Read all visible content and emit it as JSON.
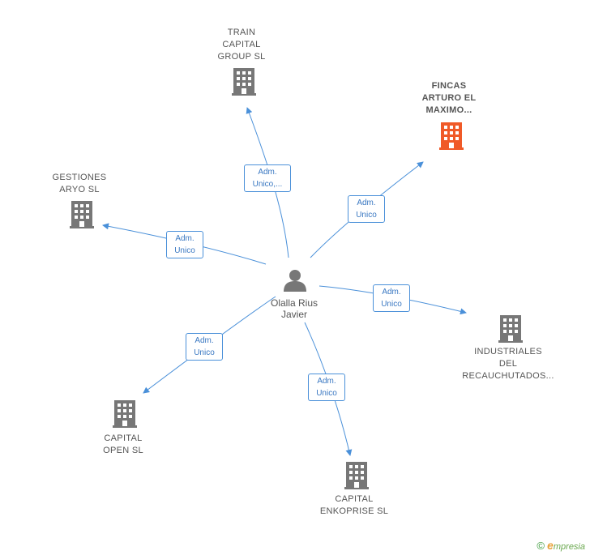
{
  "center": {
    "name": "Olalla Rius\nJavier"
  },
  "nodes": [
    {
      "id": "train",
      "label": "TRAIN\nCAPITAL\nGROUP  SL",
      "highlight": false,
      "edge_label": "Adm.\nUnico,..."
    },
    {
      "id": "fincas",
      "label": "FINCAS\nARTURO EL\nMAXIMO...",
      "highlight": true,
      "edge_label": "Adm.\nUnico"
    },
    {
      "id": "gestiones",
      "label": "GESTIONES\nARYO SL",
      "highlight": false,
      "edge_label": "Adm.\nUnico"
    },
    {
      "id": "industriales",
      "label": "INDUSTRIALES\nDEL\nRECAUCHUTADOS...",
      "highlight": false,
      "edge_label": "Adm.\nUnico"
    },
    {
      "id": "capital_open",
      "label": "CAPITAL\nOPEN  SL",
      "highlight": false,
      "edge_label": "Adm.\nUnico"
    },
    {
      "id": "enkoprise",
      "label": "CAPITAL\nENKOPRISE  SL",
      "highlight": false,
      "edge_label": "Adm.\nUnico"
    }
  ],
  "colors": {
    "edge": "#4a90d9",
    "building": "#777777",
    "building_highlight": "#f05a28",
    "person": "#777777"
  },
  "footer": {
    "copyright": "©",
    "brand_first": "e",
    "brand_rest": "mpresia"
  }
}
